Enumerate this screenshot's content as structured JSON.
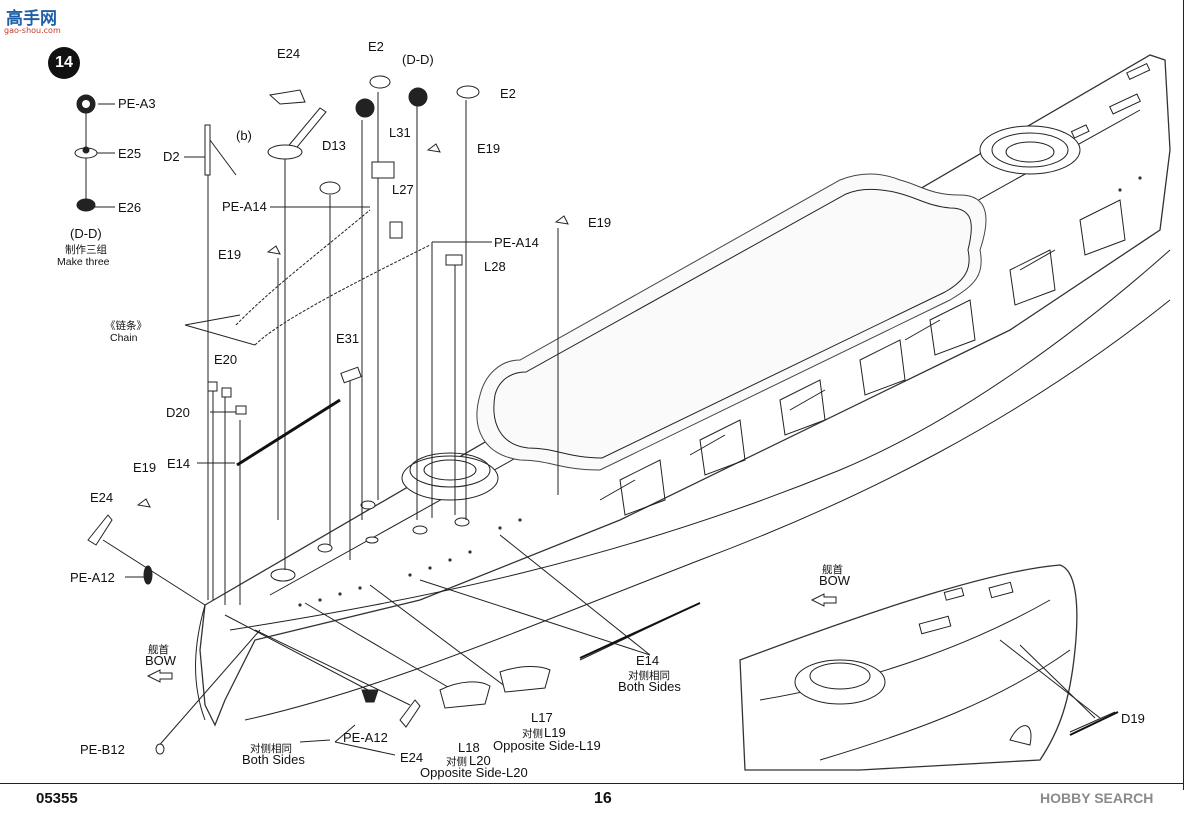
{
  "site_logo": "高手网",
  "site_url": "gao-shou.com",
  "step_number": "14",
  "labels": {
    "pe_a3": "PE-A3",
    "e25": "E25",
    "e26": "E26",
    "dd_sub": "(D-D)",
    "make_three_cn": "制作三组",
    "make_three": "Make three",
    "e24_top": "E24",
    "b": "(b)",
    "d2": "D2",
    "pe_a14_left": "PE-A14",
    "e19_left1": "E19",
    "e2_top1": "E2",
    "dd_top": "(D-D)",
    "l31": "L31",
    "d13": "D13",
    "l27": "L27",
    "e2_top2": "E2",
    "e19_top": "E19",
    "pe_a14_right": "PE-A14",
    "l28": "L28",
    "e19_right": "E19",
    "chain_cn": "《链条》",
    "chain": "Chain",
    "e20": "E20",
    "e31": "E31",
    "d20": "D20",
    "e14_left": "E14",
    "e19_left2": "E19",
    "e24_left": "E24",
    "pe_a12_left": "PE-A12",
    "bow_cn_left": "舰首",
    "bow_left": "BOW",
    "pe_b12": "PE-B12",
    "both_sides_cn_bottom": "对侧相同",
    "both_sides_bottom": "Both Sides",
    "pe_a12_bottom": "PE-A12",
    "e24_bottom": "E24",
    "l18": "L18",
    "l18_sub_cn": "对侧",
    "l18_sub": "L20",
    "l18_opp": "Opposite Side-L20",
    "l17": "L17",
    "l17_sub_cn": "对侧",
    "l17_sub": "L19",
    "l17_opp": "Opposite Side-L19",
    "e14_right": "E14",
    "e14_both_cn": "对侧相同",
    "e14_both": "Both Sides",
    "bow_cn_right": "舰首",
    "bow_right": "BOW",
    "d19": "D19"
  },
  "footer": {
    "code": "05355",
    "page": "16",
    "watermark": "HOBBY SEARCH"
  }
}
